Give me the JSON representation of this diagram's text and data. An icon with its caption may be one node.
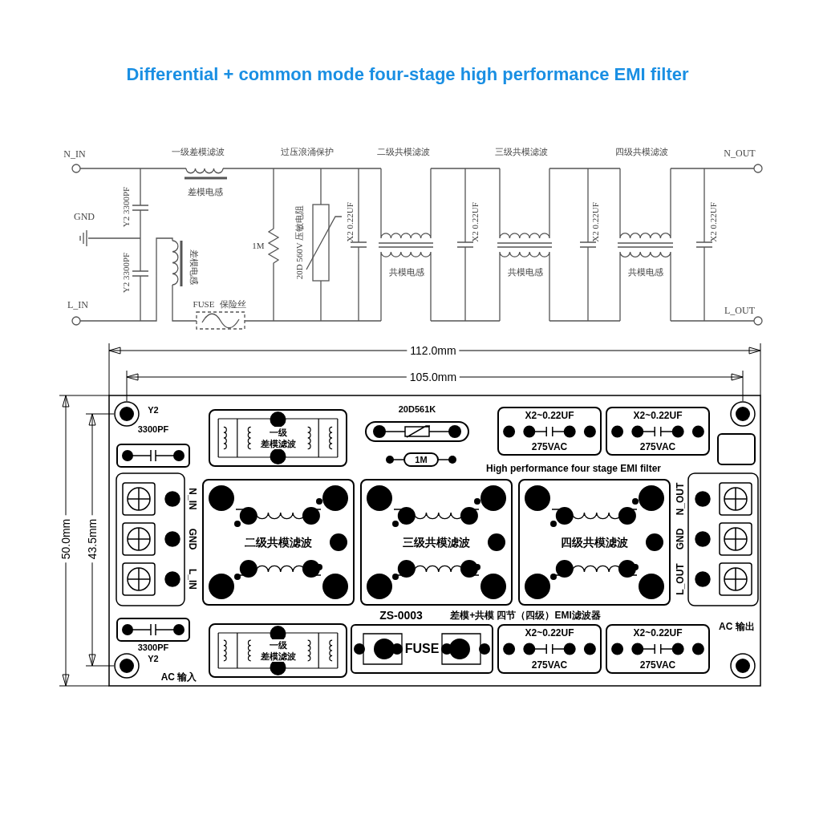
{
  "diagram": {
    "title": "Differential + common mode four-stage high performance EMI filter",
    "nodes": [
      {
        "text": [
          "Y2",
          "3300PF"
        ]
      },
      {
        "text": [
          "一级",
          "差模滤波"
        ]
      },
      {
        "text": [
          "20D561K"
        ]
      },
      {
        "text": [
          "1M"
        ]
      },
      {
        "text": [
          "X2~0.22UF",
          "275VAC"
        ]
      },
      {
        "text": [
          "X2~0.22UF",
          "275VAC"
        ]
      },
      {
        "text": [],
        "shape": "box"
      },
      {
        "text": [
          "二级共模滤波"
        ]
      },
      {
        "text": [
          "三级共模滤波"
        ]
      },
      {
        "text": [
          "四级共模滤波"
        ]
      },
      {
        "text": [
          "3300PF",
          "Y2"
        ]
      },
      {
        "text": [
          "一级",
          "差模滤波"
        ]
      },
      {
        "text": [
          "FUSE"
        ]
      },
      {
        "text": [
          "X2~0.22UF",
          "275VAC"
        ]
      },
      {
        "text": [
          "X2~0.22UF",
          "275VAC"
        ]
      }
    ],
    "labels": [
      "N_IN",
      "一级差模滤波",
      "过压浪涌保护",
      "二级共模滤波",
      "三级共模滤波",
      "四级共模滤波",
      "N_OUT",
      "差模电感",
      "Y2 3300PF",
      "GND",
      "1M",
      "20D 560V 压敏电阻",
      "X2 0.22UF",
      "Y2 3300PF",
      "差模电感",
      "共模电感",
      "X2 0.22UF",
      "共模电感",
      "X2 0.22UF",
      "共模电感",
      "X2 0.22UF",
      "L_IN",
      "FUSE",
      "保险丝",
      "L_OUT",
      "112.0mm",
      "105.0mm",
      "50.0mm",
      "43.5mm",
      "High performance four stage EMI filter",
      "N_IN",
      "GND",
      "L_IN",
      "N_OUT",
      "GND",
      "L_OUT",
      "ZS-0003",
      "差模+共模 四节（四级）EMI滤波器",
      "AC 输入",
      "AC 输出"
    ]
  }
}
